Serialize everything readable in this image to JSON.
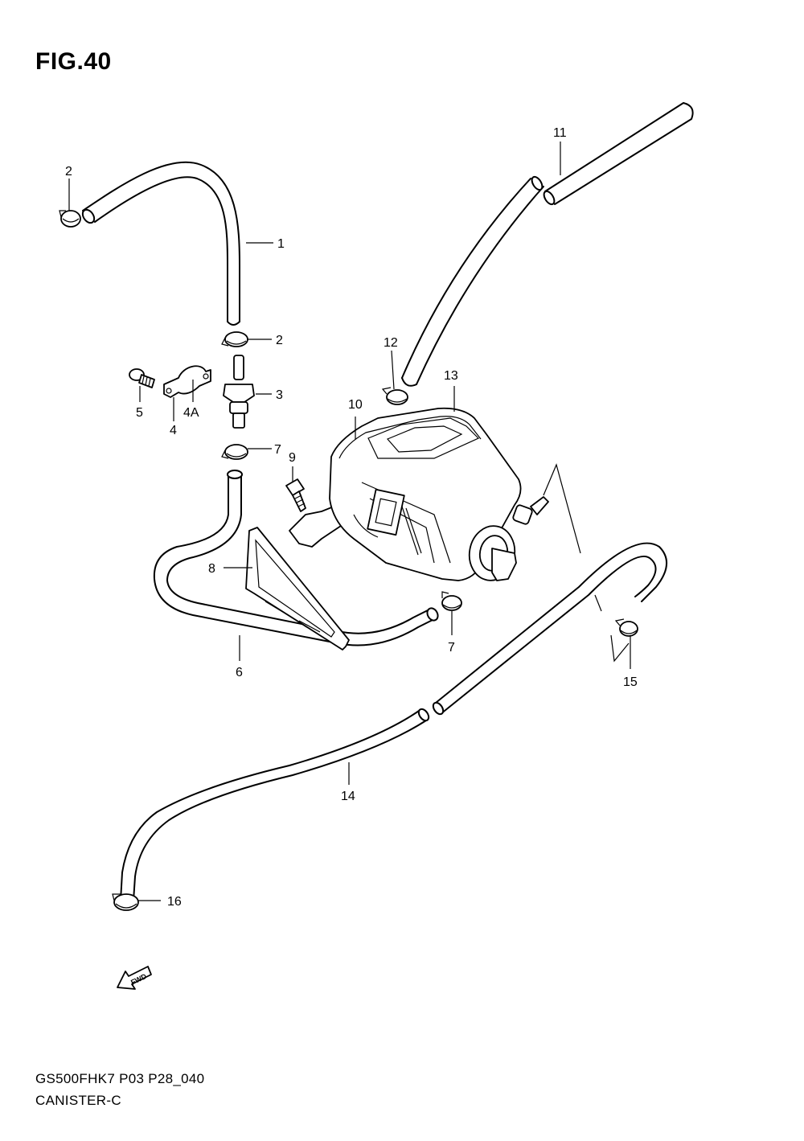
{
  "figure": {
    "title": "FIG.40",
    "model_code": "GS500FHK7 P03 P28_040",
    "section_name": "CANISTER-C",
    "fwd_label": "FWD"
  },
  "callouts": [
    {
      "id": "c-2-top",
      "text": "2"
    },
    {
      "id": "c-1",
      "text": "1"
    },
    {
      "id": "c-2-mid",
      "text": "2"
    },
    {
      "id": "c-3",
      "text": "3"
    },
    {
      "id": "c-5",
      "text": "5"
    },
    {
      "id": "c-4",
      "text": "4"
    },
    {
      "id": "c-4a",
      "text": "4A"
    },
    {
      "id": "c-7-left",
      "text": "7"
    },
    {
      "id": "c-9",
      "text": "9"
    },
    {
      "id": "c-8",
      "text": "8"
    },
    {
      "id": "c-6",
      "text": "6"
    },
    {
      "id": "c-10",
      "text": "10"
    },
    {
      "id": "c-11",
      "text": "11"
    },
    {
      "id": "c-12",
      "text": "12"
    },
    {
      "id": "c-13",
      "text": "13"
    },
    {
      "id": "c-7-right",
      "text": "7"
    },
    {
      "id": "c-15",
      "text": "15"
    },
    {
      "id": "c-14",
      "text": "14"
    },
    {
      "id": "c-16",
      "text": "16"
    }
  ]
}
